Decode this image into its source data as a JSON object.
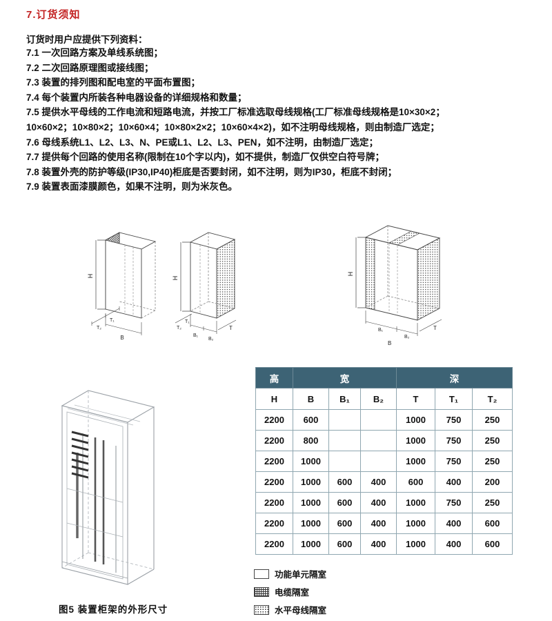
{
  "page": {
    "heading": "7.订货须知",
    "intro": "订货时用户应提供下列资料：",
    "items": [
      "7.1 一次回路方案及单线系统图；",
      "7.2 二次回路原理图或接线图；",
      "7.3 装置的排列图和配电室的平面布置图；",
      "7.4 每个装置内所装各种电器设备的详细规格和数量；",
      "7.5 提供水平母线的工作电流和短路电流，并按工厂标准选取母线规格(工厂标准母线规格是10×30×2；",
      "10×60×2；10×80×2；10×60×4；10×80×2×2；10×60×4×2)，如不注明母线规格，则由制造厂选定；",
      "7.6 母线系统L1、L2、L3、N、PE或L1、L2、L3、PEN，如不注明，由制造厂选定；",
      "7.7 提供每个回路的使用名称(限制在10个字以内)，如不提供，制造厂仅供空白符号牌；",
      "7.8 装置外壳的防护等级(IP30,IP40)柜底是否要封闭，如不注明，则为IP30，柜底不封闭；",
      "7.9 装置表面漆膜颜色，如果不注明，则为米灰色。"
    ]
  },
  "diagrams": {
    "dim_labels": {
      "H": "H",
      "B": "B",
      "B1": "B₁",
      "B2": "B₂",
      "T": "T",
      "T1": "T₁",
      "T2": "T₂"
    }
  },
  "figure": {
    "caption": "图5  装置柜架的外形尺寸"
  },
  "table": {
    "header_bg": "#3d6375",
    "group_headers": [
      "高",
      "宽",
      "深"
    ],
    "col_headers": [
      "H",
      "B",
      "B₁",
      "B₂",
      "T",
      "T₁",
      "T₂"
    ],
    "rows": [
      [
        "2200",
        "600",
        "",
        "",
        "1000",
        "750",
        "250"
      ],
      [
        "2200",
        "800",
        "",
        "",
        "1000",
        "750",
        "250"
      ],
      [
        "2200",
        "1000",
        "",
        "",
        "1000",
        "750",
        "250"
      ],
      [
        "2200",
        "1000",
        "600",
        "400",
        "600",
        "400",
        "200"
      ],
      [
        "2200",
        "1000",
        "600",
        "400",
        "1000",
        "750",
        "250"
      ],
      [
        "2200",
        "1000",
        "600",
        "400",
        "1000",
        "400",
        "600"
      ],
      [
        "2200",
        "1000",
        "600",
        "400",
        "1000",
        "400",
        "600"
      ]
    ]
  },
  "legend": {
    "items": [
      {
        "label": "功能单元隔室",
        "pattern": "blank"
      },
      {
        "label": "电缆隔室",
        "pattern": "grid"
      },
      {
        "label": "水平母线隔室",
        "pattern": "dots"
      }
    ]
  }
}
